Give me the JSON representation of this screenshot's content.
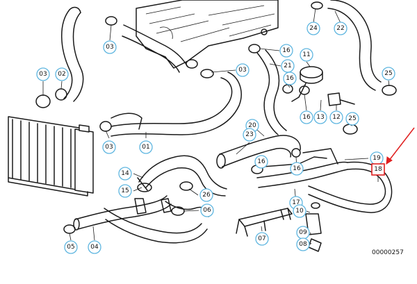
{
  "callouts": [
    {
      "label": "03"
    },
    {
      "label": "24"
    },
    {
      "label": "22"
    },
    {
      "label": "16"
    },
    {
      "label": "03"
    },
    {
      "label": "11"
    },
    {
      "label": "03"
    },
    {
      "label": "02"
    },
    {
      "label": "21"
    },
    {
      "label": "25"
    },
    {
      "label": "16"
    },
    {
      "label": "16"
    },
    {
      "label": "13"
    },
    {
      "label": "12"
    },
    {
      "label": "25"
    },
    {
      "label": "20"
    },
    {
      "label": "23"
    },
    {
      "label": "03"
    },
    {
      "label": "01"
    },
    {
      "label": "19"
    },
    {
      "label": "16"
    },
    {
      "label": "16"
    },
    {
      "label": "14"
    },
    {
      "label": "15"
    },
    {
      "label": "26"
    },
    {
      "label": "17"
    },
    {
      "label": "10"
    },
    {
      "label": "06"
    },
    {
      "label": "07"
    },
    {
      "label": "09"
    },
    {
      "label": "08"
    },
    {
      "label": "05"
    },
    {
      "label": "04"
    }
  ],
  "highlighted_callout": {
    "label": "18",
    "color": "#e02020"
  },
  "arrow_color": "#e02020",
  "callout_outline_color": "#5fb6e0",
  "reference_code": "00000257"
}
